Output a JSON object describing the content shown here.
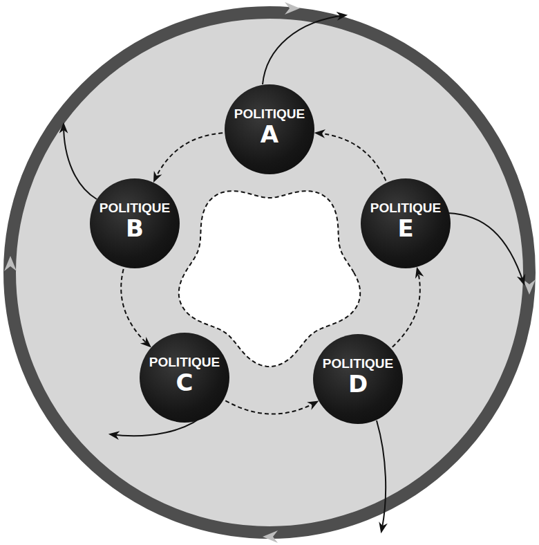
{
  "diagram": {
    "nodes": [
      {
        "text": [
          "POLITIQUE",
          "A"
        ]
      },
      {
        "text": [
          "POLITIQUE",
          "B"
        ]
      },
      {
        "text": [
          "POLITIQUE",
          "C"
        ]
      },
      {
        "text": [
          "POLITIQUE",
          "D"
        ]
      },
      {
        "text": [
          "POLITIQUE",
          "E"
        ]
      }
    ],
    "edges": [
      {
        "from": 0,
        "to": 1,
        "arrow": "to"
      },
      {
        "from": 1,
        "to": 2,
        "arrow": "to"
      },
      {
        "from": 2,
        "to": 3,
        "arrow": "to"
      },
      {
        "from": 3,
        "to": 4,
        "arrow": "to"
      },
      {
        "from": 4,
        "to": 0,
        "arrow": "to"
      }
    ]
  }
}
